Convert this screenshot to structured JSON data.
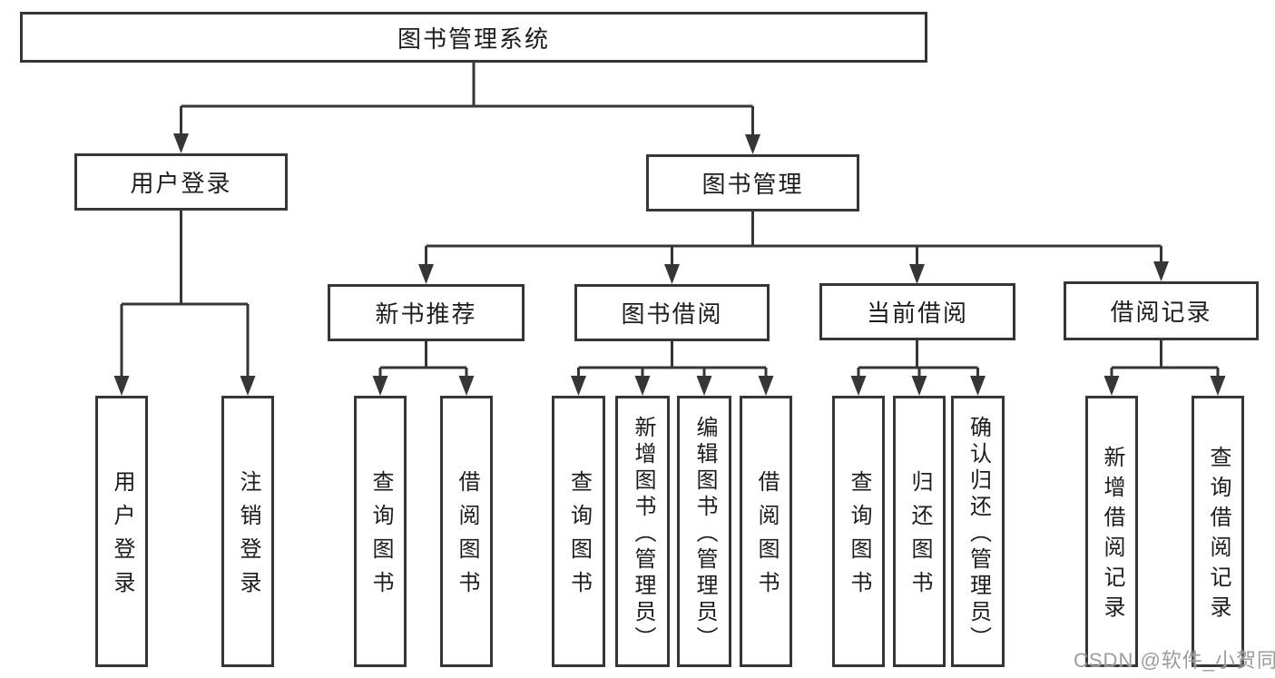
{
  "title": "图书管理系统",
  "watermark": "CSDN @软件_小贺同学",
  "colors": {
    "line": "#363636",
    "box_border": "#363636",
    "text": "#1c1c1c",
    "background": "#ffffff",
    "watermark": "#919191"
  },
  "nodes": {
    "root": "图书管理系统",
    "userLogin": "用户登录",
    "bookManagement": "图书管理",
    "newBookRecommend": "新书推荐",
    "bookBorrowing": "图书借阅",
    "currentBorrowing": "当前借阅",
    "borrowingRecords": "借阅记录",
    "leafUserLogin": "用户登录",
    "leafLogoutLogin": "注销登录",
    "leafQueryBooksRecommend": "查询图书",
    "leafBorrowBooksRecommend": "借阅图书",
    "leafQueryBooksBorrow": "查询图书",
    "leafAddBooksAdmin": "新增图书（管理员）",
    "leafEditBooksAdmin": "编辑图书（管理员）",
    "leafBorrowBooksBorrow": "借阅图书",
    "leafQueryBooksCurrent": "查询图书",
    "leafReturnBooks": "归还图书",
    "leafConfirmReturnAdmin": "确认归还（管理员）",
    "leafAddBorrowRecord": "新增借阅记录",
    "leafQueryBorrowRecord": "查询借阅记录"
  }
}
